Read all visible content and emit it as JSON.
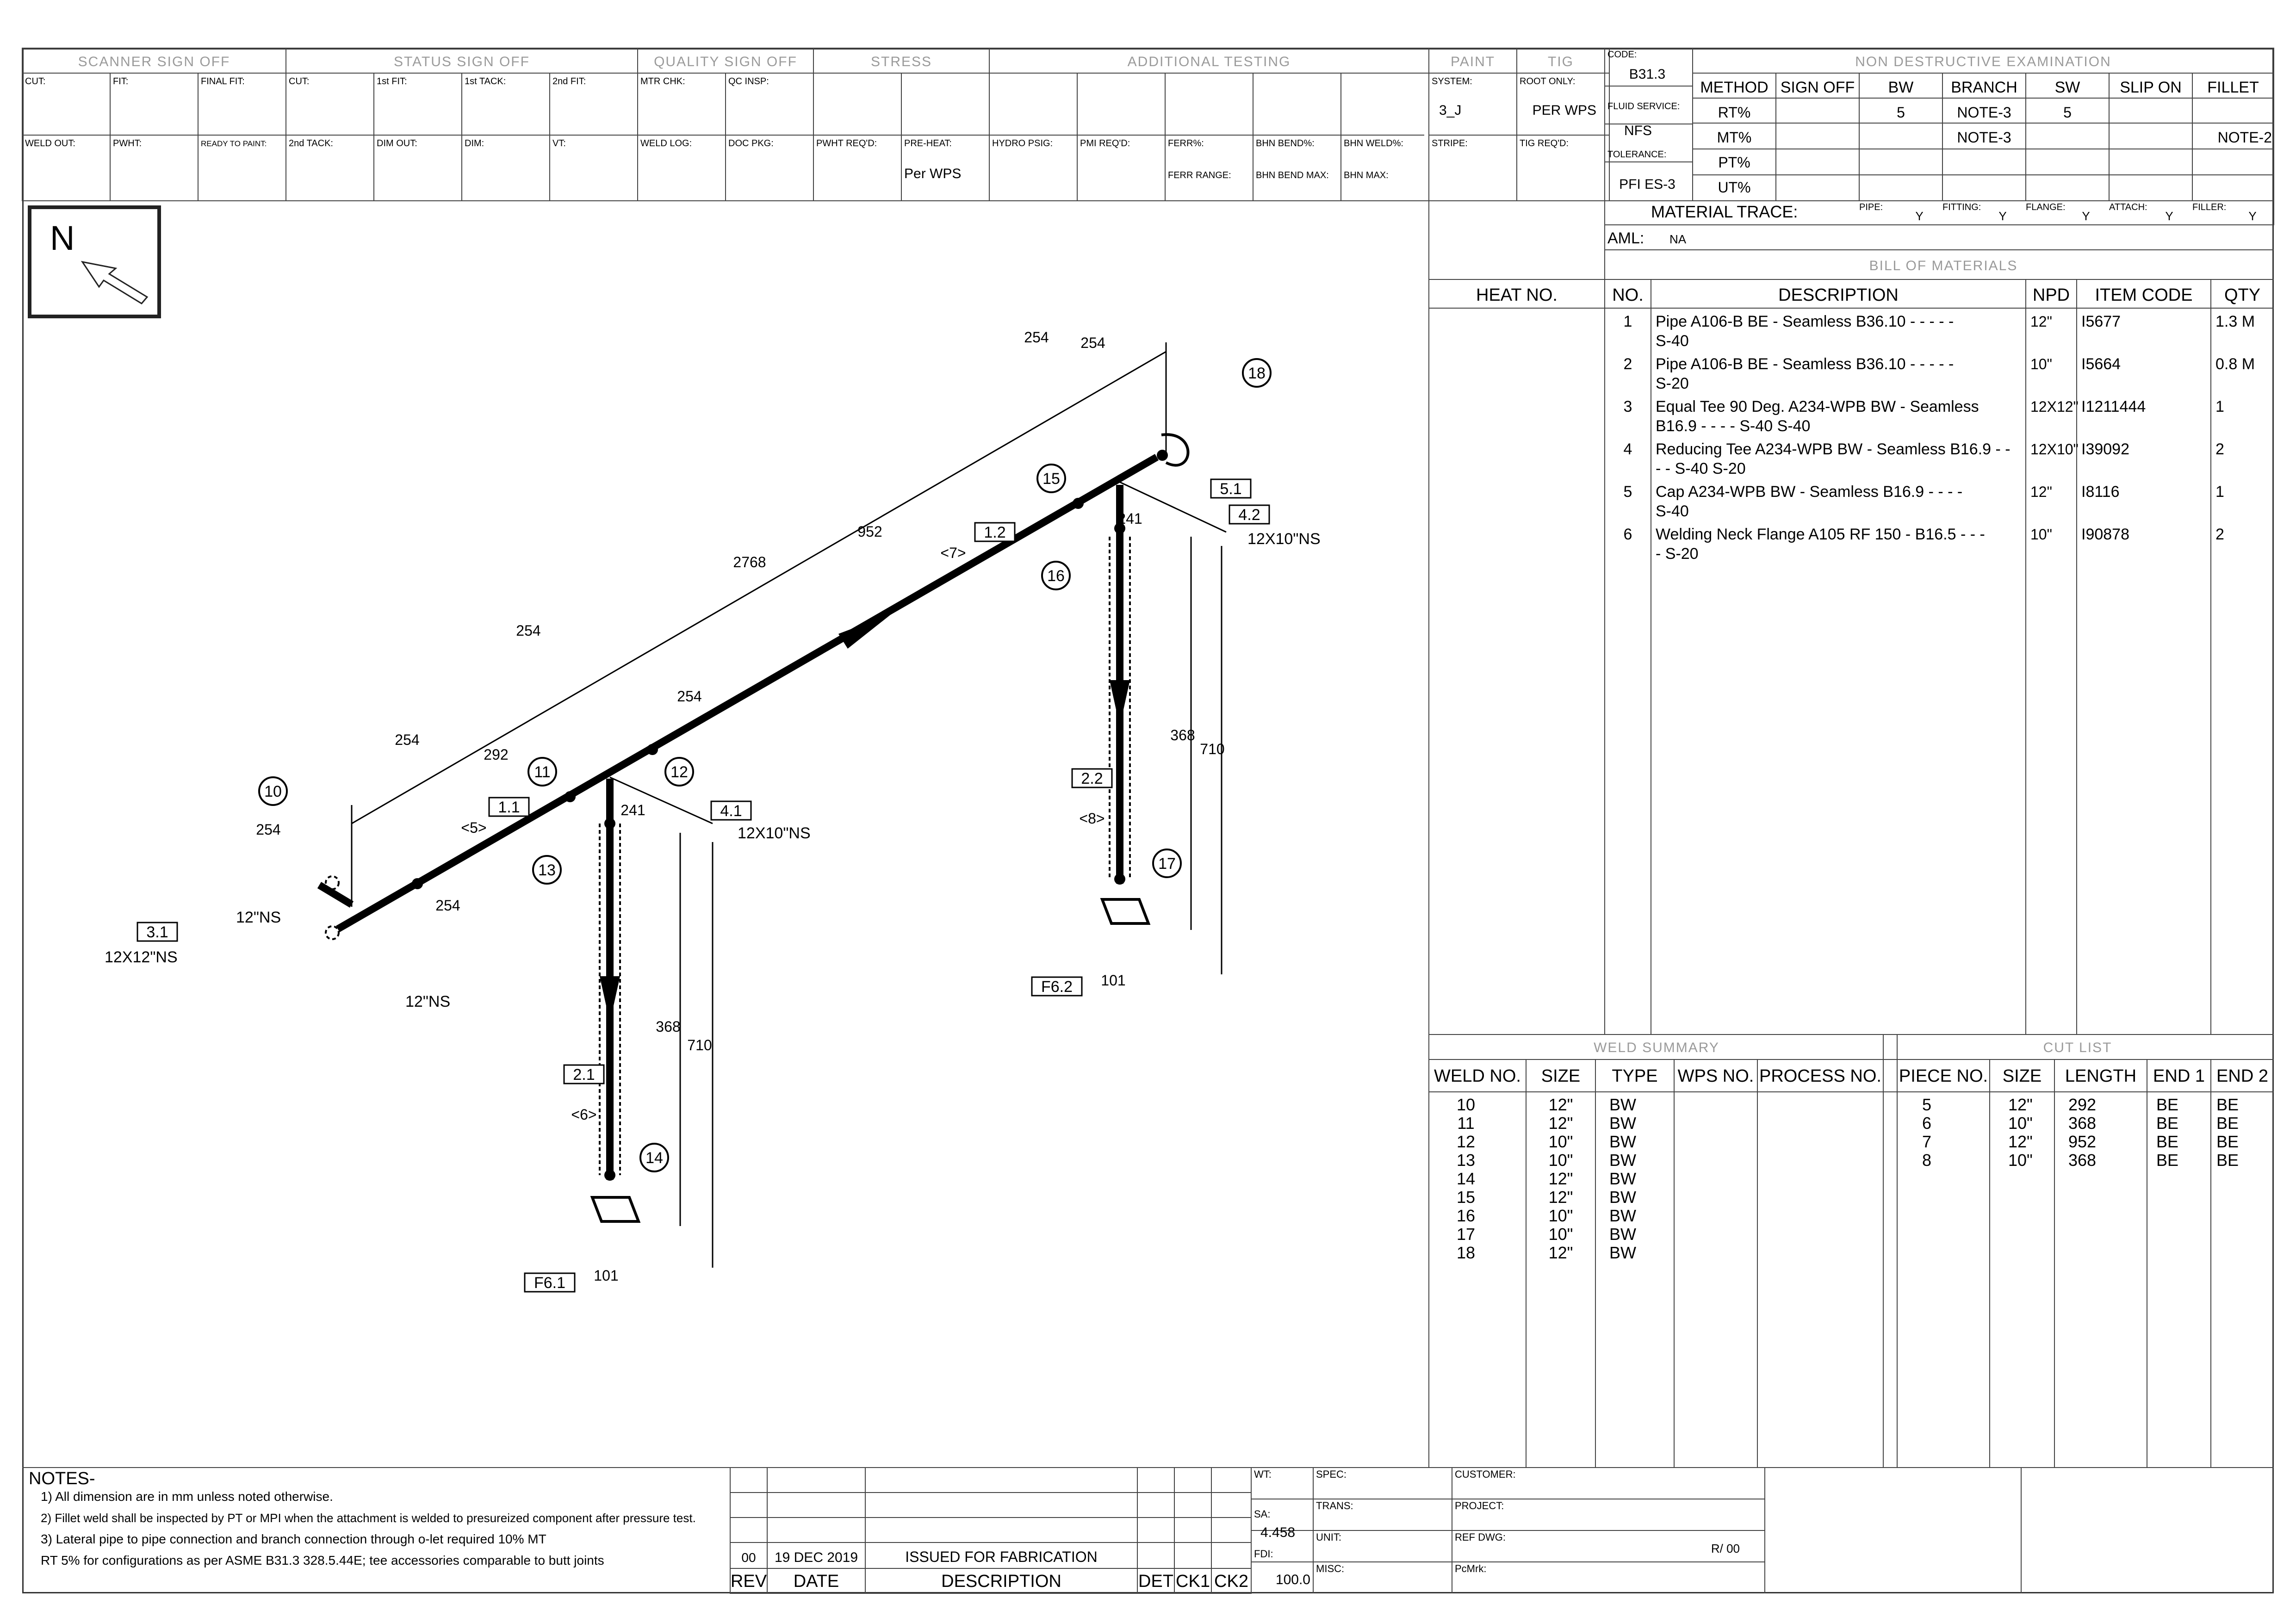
{
  "signoff": {
    "groups": [
      "SCANNER SIGN OFF",
      "STATUS SIGN OFF",
      "QUALITY SIGN OFF",
      "STRESS",
      "ADDITIONAL TESTING",
      "PAINT",
      "TIG"
    ],
    "row1": [
      "CUT:",
      "FIT:",
      "FINAL FIT:",
      "CUT:",
      "1st FIT:",
      "1st TACK:",
      "2nd FIT:",
      "MTR CHK:",
      "QC INSP:"
    ],
    "row2": [
      "WELD OUT:",
      "PWHT:",
      "READY TO PAINT:",
      "2nd TACK:",
      "DIM OUT:",
      "DIM:",
      "VT:",
      "WELD LOG:",
      "DOC PKG:",
      "PWHT REQ'D:",
      "PRE-HEAT:",
      "HYDRO PSIG:",
      "PMI REQ'D:",
      "FERR%:",
      "BHN BEND%:",
      "BHN WELD%:"
    ],
    "ferr_range": "FERR RANGE:",
    "bhn_bend_max": "BHN BEND MAX:",
    "bhn_max": "BHN MAX:",
    "preheat_value": "Per WPS",
    "paint_system_label": "SYSTEM:",
    "paint_system_value": "3_J",
    "stripe_label": "STRIPE:",
    "root_only_label": "ROOT ONLY:",
    "root_only_value": "PER WPS",
    "tig_reqd_label": "TIG REQ'D:"
  },
  "code_block": {
    "code_label": "CODE:",
    "code_value": "B31.3",
    "fluid_label": "FLUID SERVICE:",
    "fluid_value": "NFS",
    "tolerance_label": "TOLERANCE:",
    "tolerance_value": "PFI ES-3"
  },
  "nde": {
    "title": "NON DESTRUCTIVE EXAMINATION",
    "headers": [
      "METHOD",
      "SIGN OFF",
      "BW",
      "BRANCH",
      "SW",
      "SLIP ON",
      "FILLET"
    ],
    "rows": [
      [
        "RT%",
        "",
        "5",
        "NOTE-3",
        "5",
        "",
        ""
      ],
      [
        "MT%",
        "",
        "",
        "NOTE-3",
        "",
        "",
        "NOTE-2"
      ],
      [
        "PT%",
        "",
        "",
        "",
        "",
        "",
        ""
      ],
      [
        "UT%",
        "",
        "",
        "",
        "",
        "",
        ""
      ]
    ]
  },
  "material_trace": {
    "label": "MATERIAL TRACE:",
    "items": [
      {
        "label": "PIPE:",
        "value": "Y"
      },
      {
        "label": "FITTING:",
        "value": "Y"
      },
      {
        "label": "FLANGE:",
        "value": "Y"
      },
      {
        "label": "ATTACH:",
        "value": "Y"
      },
      {
        "label": "FILLER:",
        "value": "Y"
      }
    ],
    "aml_label": "AML:",
    "aml_value": "NA"
  },
  "bom": {
    "title": "BILL OF MATERIALS",
    "heat_header": "HEAT NO.",
    "headers": [
      "NO.",
      "DESCRIPTION",
      "NPD",
      "ITEM CODE",
      "QTY"
    ],
    "rows": [
      {
        "no": "1",
        "desc1": "Pipe A106-B BE - Seamless B36.10 - - - - -",
        "desc2": "S-40",
        "npd": "12\"",
        "code": "I5677",
        "qty": "1.3 M"
      },
      {
        "no": "2",
        "desc1": "Pipe A106-B BE - Seamless B36.10 - - - - -",
        "desc2": "S-20",
        "npd": "10\"",
        "code": "I5664",
        "qty": "0.8 M"
      },
      {
        "no": "3",
        "desc1": "Equal Tee 90 Deg. A234-WPB BW - Seamless",
        "desc2": "B16.9 - - - -    S-40 S-40",
        "npd": "12X12\"",
        "code": "I1211444",
        "qty": "1"
      },
      {
        "no": "4",
        "desc1": "Reducing Tee A234-WPB BW - Seamless B16.9 - -",
        "desc2": "- -   S-40 S-20",
        "npd": "12X10\"",
        "code": "I39092",
        "qty": "2"
      },
      {
        "no": "5",
        "desc1": "Cap A234-WPB BW - Seamless B16.9 - - - -",
        "desc2": "S-40",
        "npd": "12\"",
        "code": "I8116",
        "qty": "1"
      },
      {
        "no": "6",
        "desc1": "Welding Neck Flange A105 RF 150 - B16.5 - - -",
        "desc2": "-   S-20",
        "npd": "10\"",
        "code": "I90878",
        "qty": "2"
      }
    ]
  },
  "weld_summary": {
    "title": "WELD SUMMARY",
    "headers": [
      "WELD NO.",
      "SIZE",
      "TYPE",
      "WPS NO.",
      "PROCESS NO."
    ],
    "rows": [
      [
        "10",
        "12\"",
        "BW"
      ],
      [
        "11",
        "12\"",
        "BW"
      ],
      [
        "12",
        "10\"",
        "BW"
      ],
      [
        "13",
        "10\"",
        "BW"
      ],
      [
        "14",
        "12\"",
        "BW"
      ],
      [
        "15",
        "12\"",
        "BW"
      ],
      [
        "16",
        "10\"",
        "BW"
      ],
      [
        "17",
        "10\"",
        "BW"
      ],
      [
        "18",
        "12\"",
        "BW"
      ]
    ]
  },
  "cut_list": {
    "title": "CUT LIST",
    "headers": [
      "PIECE NO.",
      "SIZE",
      "LENGTH",
      "END 1",
      "END 2"
    ],
    "rows": [
      [
        "5",
        "12\"",
        "292",
        "BE",
        "BE"
      ],
      [
        "6",
        "10\"",
        "368",
        "BE",
        "BE"
      ],
      [
        "7",
        "12\"",
        "952",
        "BE",
        "BE"
      ],
      [
        "8",
        "10\"",
        "368",
        "BE",
        "BE"
      ]
    ]
  },
  "notes": {
    "title": "NOTES-",
    "lines": [
      "1) All dimension are in mm unless noted otherwise.",
      "2) Fillet weld shall be inspected by PT or MPI when the attachment is welded to presureized component after pressure test.",
      "3) Lateral pipe to pipe connection and branch connection through o-let required 10% MT",
      "RT 5% for configurations as per ASME B31.3 328.5.44E; tee accessories comparable to butt joints"
    ]
  },
  "revision": {
    "headers": [
      "REV",
      "DATE",
      "DESCRIPTION",
      "DET",
      "CK1",
      "CK2"
    ],
    "row": {
      "rev": "00",
      "date": "19 DEC 2019",
      "desc": "ISSUED FOR FABRICATION"
    }
  },
  "title_block": {
    "wt_label": "WT:",
    "sa_label": "SA:",
    "sa_value": "4.458",
    "fdi_label": "FDI:",
    "fdi_value": "100.0",
    "spec_label": "SPEC:",
    "trans_label": "TRANS:",
    "unit_label": "UNIT:",
    "misc_label": "MISC:",
    "customer_label": "CUSTOMER:",
    "project_label": "PROJECT:",
    "ref_dwg_label": "REF DWG:",
    "ref_dwg_rev": "R/ 00",
    "pcmrk_label": "PcMrk:"
  },
  "drawing": {
    "north": "N",
    "welds": [
      "10",
      "11",
      "12",
      "13",
      "14",
      "15",
      "16",
      "17",
      "18"
    ],
    "pieces": [
      "1.1",
      "1.2",
      "2.1",
      "2.2",
      "3.1",
      "4.1",
      "4.2",
      "5.1",
      "F6.1",
      "F6.2"
    ],
    "piece_tags": [
      "<5>",
      "<7>",
      "<6>",
      "<8>"
    ],
    "size_labels": [
      "12X12\"NS",
      "12X10\"NS",
      "12X10\"NS",
      "12\"NS",
      "12\"NS"
    ],
    "dims": [
      "2768",
      "952",
      "292",
      "254",
      "254",
      "254",
      "254",
      "254",
      "254",
      "254",
      "241",
      "241",
      "368",
      "368",
      "710",
      "710",
      "101",
      "101"
    ]
  }
}
